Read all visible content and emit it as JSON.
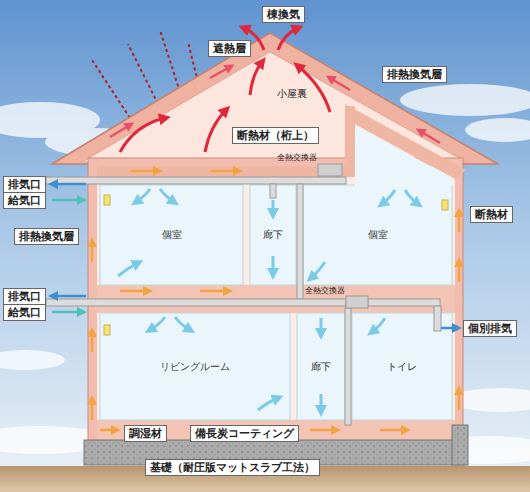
{
  "diagram": {
    "nodes": [
      {
        "text": [
          "個室"
        ]
      },
      {
        "text": [
          "廊下"
        ]
      },
      {
        "text": [
          "個室"
        ]
      },
      {
        "text": [
          "リビングルーム"
        ]
      },
      {
        "text": [
          "廊下"
        ]
      },
      {
        "text": [
          "トイレ"
        ]
      }
    ],
    "labels": [
      "棟換気",
      "遮熱層",
      "排熱換気層",
      "小屋裏",
      "断熱材（桁上）",
      "全熱交換器",
      "排気口",
      "給気口",
      "断熱材",
      "排熱換気層",
      "排気口",
      "給気口",
      "全熱交換器",
      "個別排気",
      "調湿材",
      "備長炭コーティング",
      "基礎（耐圧版マットスラブ工法）"
    ]
  }
}
